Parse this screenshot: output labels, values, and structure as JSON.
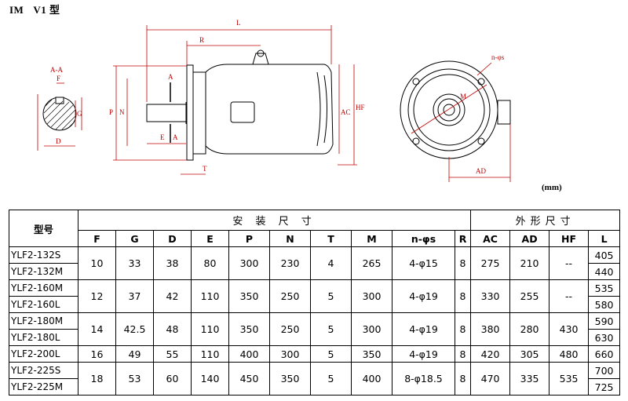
{
  "header": {
    "mount": "IM",
    "type": "V1 型"
  },
  "unit_label": "(mm)",
  "dim_labels": {
    "L": "L",
    "R": "R",
    "section": "A-A",
    "A": "A",
    "F": "F",
    "G": "G",
    "D": "D",
    "P": "P",
    "N": "N",
    "E": "E",
    "T": "T",
    "AC": "AC",
    "HF": "HF",
    "M": "M",
    "ns": "n-φs",
    "AD": "AD"
  },
  "table": {
    "model_header": "型号",
    "install_header": "安 装 尺 寸",
    "outline_header": "外形尺寸",
    "columns": [
      "F",
      "G",
      "D",
      "E",
      "P",
      "N",
      "T",
      "M",
      "n-φs",
      "R",
      "AC",
      "AD",
      "HF",
      "L"
    ],
    "groups": [
      {
        "models": [
          "YLF2-132S",
          "YLF2-132M"
        ],
        "values": [
          "10",
          "33",
          "38",
          "80",
          "300",
          "230",
          "4",
          "265",
          "4-φ15",
          "8",
          "275",
          "210",
          "--"
        ],
        "L": [
          "405",
          "440"
        ]
      },
      {
        "models": [
          "YLF2-160M",
          "YLF2-160L"
        ],
        "values": [
          "12",
          "37",
          "42",
          "110",
          "350",
          "250",
          "5",
          "300",
          "4-φ19",
          "8",
          "330",
          "255",
          "--"
        ],
        "L": [
          "535",
          "580"
        ]
      },
      {
        "models": [
          "YLF2-180M",
          "YLF2-180L"
        ],
        "values": [
          "14",
          "42.5",
          "48",
          "110",
          "350",
          "250",
          "5",
          "300",
          "4-φ19",
          "8",
          "380",
          "280",
          "430"
        ],
        "L": [
          "590",
          "630"
        ]
      },
      {
        "models": [
          "YLF2-200L"
        ],
        "values": [
          "16",
          "49",
          "55",
          "110",
          "400",
          "300",
          "5",
          "350",
          "4-φ19",
          "8",
          "420",
          "305",
          "480"
        ],
        "L": [
          "660"
        ]
      },
      {
        "models": [
          "YLF2-225S",
          "YLF2-225M"
        ],
        "values": [
          "18",
          "53",
          "60",
          "140",
          "450",
          "350",
          "5",
          "400",
          "8-φ18.5",
          "8",
          "470",
          "335",
          "535"
        ],
        "L": [
          "700",
          "725"
        ]
      }
    ]
  }
}
